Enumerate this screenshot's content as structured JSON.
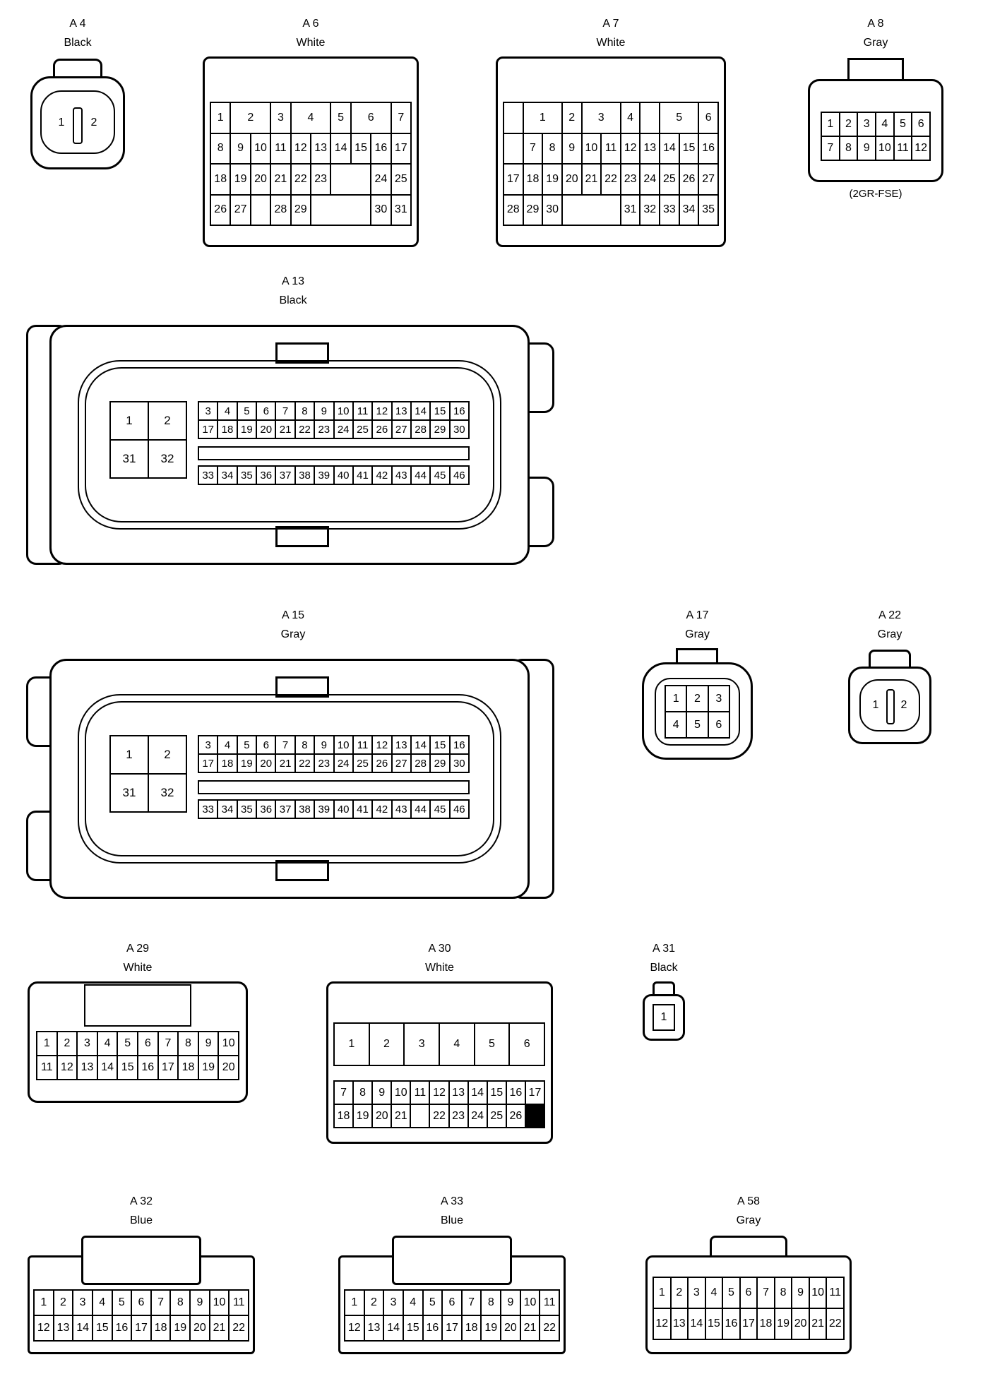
{
  "connectors": {
    "a4": {
      "id": "A 4",
      "color": "Black",
      "pins": [
        "1",
        "2"
      ]
    },
    "a6": {
      "id": "A 6",
      "color": "White",
      "rows": [
        [
          "1",
          "2",
          "3",
          "4",
          "5",
          "6",
          "7"
        ],
        [
          "8",
          "9",
          "10",
          "11",
          "12",
          "13",
          "14",
          "15",
          "16",
          "17"
        ],
        [
          "18",
          "19",
          "20",
          "21",
          "22",
          "23",
          "",
          "24",
          "25"
        ],
        [
          "26",
          "27",
          "",
          "28",
          "29",
          "",
          "30",
          "31"
        ]
      ]
    },
    "a7": {
      "id": "A 7",
      "color": "White",
      "rows": [
        [
          "1",
          "2",
          "3",
          "4",
          "",
          "5",
          "6"
        ],
        [
          "7",
          "8",
          "9",
          "10",
          "11",
          "12",
          "13",
          "14",
          "15",
          "16"
        ],
        [
          "17",
          "18",
          "19",
          "20",
          "21",
          "22",
          "23",
          "24",
          "25",
          "26",
          "27"
        ],
        [
          "28",
          "29",
          "30",
          "",
          "31",
          "32",
          "33",
          "34",
          "35"
        ]
      ]
    },
    "a8": {
      "id": "A 8",
      "color": "Gray",
      "note": "(2GR-FSE)",
      "rows": [
        [
          "1",
          "2",
          "3",
          "4",
          "5",
          "6"
        ],
        [
          "7",
          "8",
          "9",
          "10",
          "11",
          "12"
        ]
      ]
    },
    "a13": {
      "id": "A 13",
      "color": "Black",
      "big": [
        [
          "1",
          "2"
        ],
        [
          "31",
          "32"
        ]
      ],
      "rows": [
        [
          "3",
          "4",
          "5",
          "6",
          "7",
          "8",
          "9",
          "10",
          "11",
          "12",
          "13",
          "14",
          "15",
          "16"
        ],
        [
          "17",
          "18",
          "19",
          "20",
          "21",
          "22",
          "23",
          "24",
          "25",
          "26",
          "27",
          "28",
          "29",
          "30"
        ],
        [
          "33",
          "34",
          "35",
          "36",
          "37",
          "38",
          "39",
          "40",
          "41",
          "42",
          "43",
          "44",
          "45",
          "46"
        ]
      ]
    },
    "a15": {
      "id": "A 15",
      "color": "Gray",
      "big": [
        [
          "1",
          "2"
        ],
        [
          "31",
          "32"
        ]
      ],
      "rows": [
        [
          "3",
          "4",
          "5",
          "6",
          "7",
          "8",
          "9",
          "10",
          "11",
          "12",
          "13",
          "14",
          "15",
          "16"
        ],
        [
          "17",
          "18",
          "19",
          "20",
          "21",
          "22",
          "23",
          "24",
          "25",
          "26",
          "27",
          "28",
          "29",
          "30"
        ],
        [
          "33",
          "34",
          "35",
          "36",
          "37",
          "38",
          "39",
          "40",
          "41",
          "42",
          "43",
          "44",
          "45",
          "46"
        ]
      ]
    },
    "a17": {
      "id": "A 17",
      "color": "Gray",
      "rows": [
        [
          "1",
          "2",
          "3"
        ],
        [
          "4",
          "5",
          "6"
        ]
      ]
    },
    "a22": {
      "id": "A 22",
      "color": "Gray",
      "pins": [
        "1",
        "2"
      ]
    },
    "a29": {
      "id": "A 29",
      "color": "White",
      "rows": [
        [
          "1",
          "2",
          "3",
          "4",
          "5",
          "6",
          "7",
          "8",
          "9",
          "10"
        ],
        [
          "11",
          "12",
          "13",
          "14",
          "15",
          "16",
          "17",
          "18",
          "19",
          "20"
        ]
      ]
    },
    "a30": {
      "id": "A 30",
      "color": "White",
      "top": [
        "1",
        "2",
        "3",
        "4",
        "5",
        "6"
      ],
      "rows": [
        [
          "7",
          "8",
          "9",
          "10",
          "11",
          "12",
          "13",
          "14",
          "15",
          "16",
          "17"
        ],
        [
          "18",
          "19",
          "20",
          "21",
          "",
          "22",
          "23",
          "24",
          "25",
          "26"
        ]
      ]
    },
    "a31": {
      "id": "A 31",
      "color": "Black",
      "pins": [
        "1"
      ]
    },
    "a32": {
      "id": "A 32",
      "color": "Blue",
      "rows": [
        [
          "1",
          "2",
          "3",
          "4",
          "5",
          "6",
          "7",
          "8",
          "9",
          "10",
          "11"
        ],
        [
          "12",
          "13",
          "14",
          "15",
          "16",
          "17",
          "18",
          "19",
          "20",
          "21",
          "22"
        ]
      ]
    },
    "a33": {
      "id": "A 33",
      "color": "Blue",
      "rows": [
        [
          "1",
          "2",
          "3",
          "4",
          "5",
          "6",
          "7",
          "8",
          "9",
          "10",
          "11"
        ],
        [
          "12",
          "13",
          "14",
          "15",
          "16",
          "17",
          "18",
          "19",
          "20",
          "21",
          "22"
        ]
      ]
    },
    "a58": {
      "id": "A 58",
      "color": "Gray",
      "rows": [
        [
          "1",
          "2",
          "3",
          "4",
          "5",
          "6",
          "7",
          "8",
          "9",
          "10",
          "11"
        ],
        [
          "12",
          "13",
          "14",
          "15",
          "16",
          "17",
          "18",
          "19",
          "20",
          "21",
          "22"
        ]
      ]
    }
  }
}
